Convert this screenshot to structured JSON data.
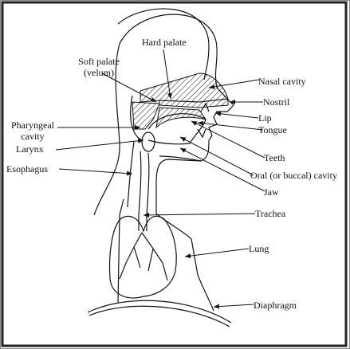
{
  "labels": {
    "hard_palate": "Hard palate",
    "soft_palate_l1": "Soft palate",
    "soft_palate_l2": "(velum)",
    "nasal_cavity": "Nasal cavity",
    "nostril": "Nostril",
    "pharyngeal_l1": "Pharyngeal",
    "pharyngeal_l2": "cavity",
    "lip": "Lip",
    "tongue": "Tongue",
    "larynx": "Larynx",
    "teeth": "Teeth",
    "oral_cavity": "Oral (or buccal) cavity",
    "esophagus": "Esophagus",
    "jaw": "Jaw",
    "trachea": "Trachea",
    "lung": "Lung",
    "diaphragm": "Diaphragm"
  },
  "colors": {
    "ink": "#111111",
    "frame_shadow": "#222222",
    "background": "#ffffff"
  }
}
